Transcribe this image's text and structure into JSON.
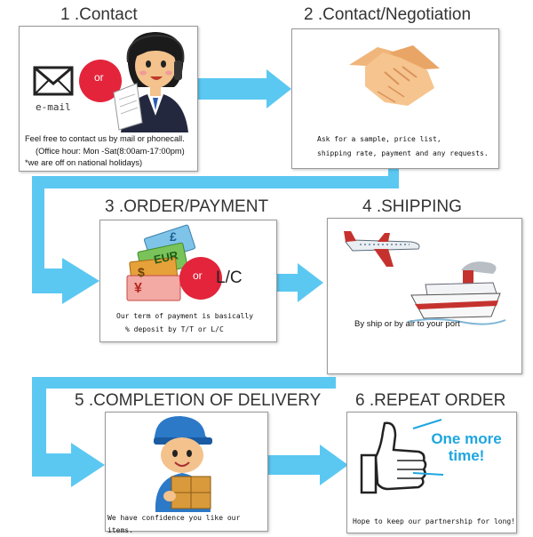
{
  "steps": [
    {
      "number": "1 .",
      "title": "Contact",
      "icon_labels": {
        "email": "e-mail",
        "or": "or"
      },
      "caption_lines": [
        "Feel free to contact us by mail or phonecall.",
        "(Office hour: Mon -Sat(8:00am-17:00pm)",
        "*we are off on national holidays)"
      ]
    },
    {
      "number": "2 .",
      "title": "Contact/Negotiation",
      "caption_lines": [
        "Ask for a sample, price list,",
        "shipping rate, payment and any requests."
      ]
    },
    {
      "number": "3 .",
      "title": "ORDER/PAYMENT",
      "icon_labels": {
        "or": "or",
        "lc": "L/C",
        "eur": "EUR",
        "yen": "¥",
        "dollar": "$",
        "pound": "£"
      },
      "caption_lines": [
        "Our term of payment is basically",
        "% deposit by T/T or L/C"
      ]
    },
    {
      "number": "4 .",
      "title": "SHIPPING",
      "caption_lines": [
        "By ship or by air to your port"
      ]
    },
    {
      "number": "5 .",
      "title": "COMPLETION OF DELIVERY",
      "caption_lines": [
        "We have confidence you like our items."
      ]
    },
    {
      "number": "6 .",
      "title": "REPEAT ORDER",
      "icon_labels": {
        "promo_line1": "One more",
        "promo_line2": "time!"
      },
      "caption_lines": [
        "Hope to keep our partnership for long!"
      ]
    }
  ],
  "colors": {
    "arrow": "#5bc8f2",
    "red_circle": "#e3243b",
    "promo_text": "#1fa6e0",
    "skin": "#f3c28d"
  }
}
